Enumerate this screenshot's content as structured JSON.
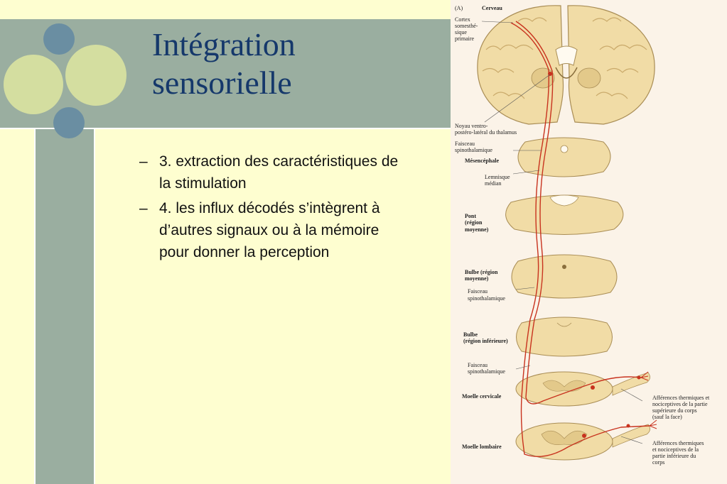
{
  "slide": {
    "title_line1": "Intégration",
    "title_line2": "sensorielle",
    "bullets": [
      "3. extraction des caractéristiques de la stimulation",
      "4. les influx décodés s’intègrent à d’autres signaux ou à la mémoire pour donner la perception"
    ],
    "bullet_marker": "–"
  },
  "colors": {
    "background": "#fefed0",
    "band": "#9aaea0",
    "title": "#15386b",
    "circle_green": "#d4dea0",
    "circle_blue": "#6a8ea2",
    "pathway": "#c8321e"
  },
  "figure": {
    "panel_label": "(A)",
    "labels": {
      "cerveau": "Cerveau",
      "cortex_1": "Cortex",
      "cortex_2": "somesthé-",
      "cortex_3": "sique",
      "cortex_4": "primaire",
      "noyau_1": "Noyau ventro-",
      "noyau_2": "postéro-latéral du thalamus",
      "faisceau1_1": "Faisceau",
      "faisceau1_2": "spinothalamique",
      "mesencephale": "Mésencéphale",
      "lemnisque_1": "Lemnisque",
      "lemnisque_2": "médian",
      "pont_1": "Pont",
      "pont_2": "(région",
      "pont_3": "moyenne)",
      "bulbe_moy_1": "Bulbe (région",
      "bulbe_moy_2": "moyenne)",
      "faisceau2_1": "Faisceau",
      "faisceau2_2": "spinothalamique",
      "bulbe_inf_1": "Bulbe",
      "bulbe_inf_2": "(région inférieure)",
      "faisceau3_1": "Faisceau",
      "faisceau3_2": "spinothalamique",
      "moelle_cervicale": "Moelle cervicale",
      "aff_sup_1": "Afférences thermiques et",
      "aff_sup_2": "nociceptives de la partie",
      "aff_sup_3": "supérieure du corps",
      "aff_sup_4": "(sauf la face)",
      "moelle_lombaire": "Moelle lombaire",
      "aff_inf_1": "Afférences thermiques",
      "aff_inf_2": "et nociceptives de la",
      "aff_inf_3": "partie  inférieure du",
      "aff_inf_4": "corps"
    }
  }
}
